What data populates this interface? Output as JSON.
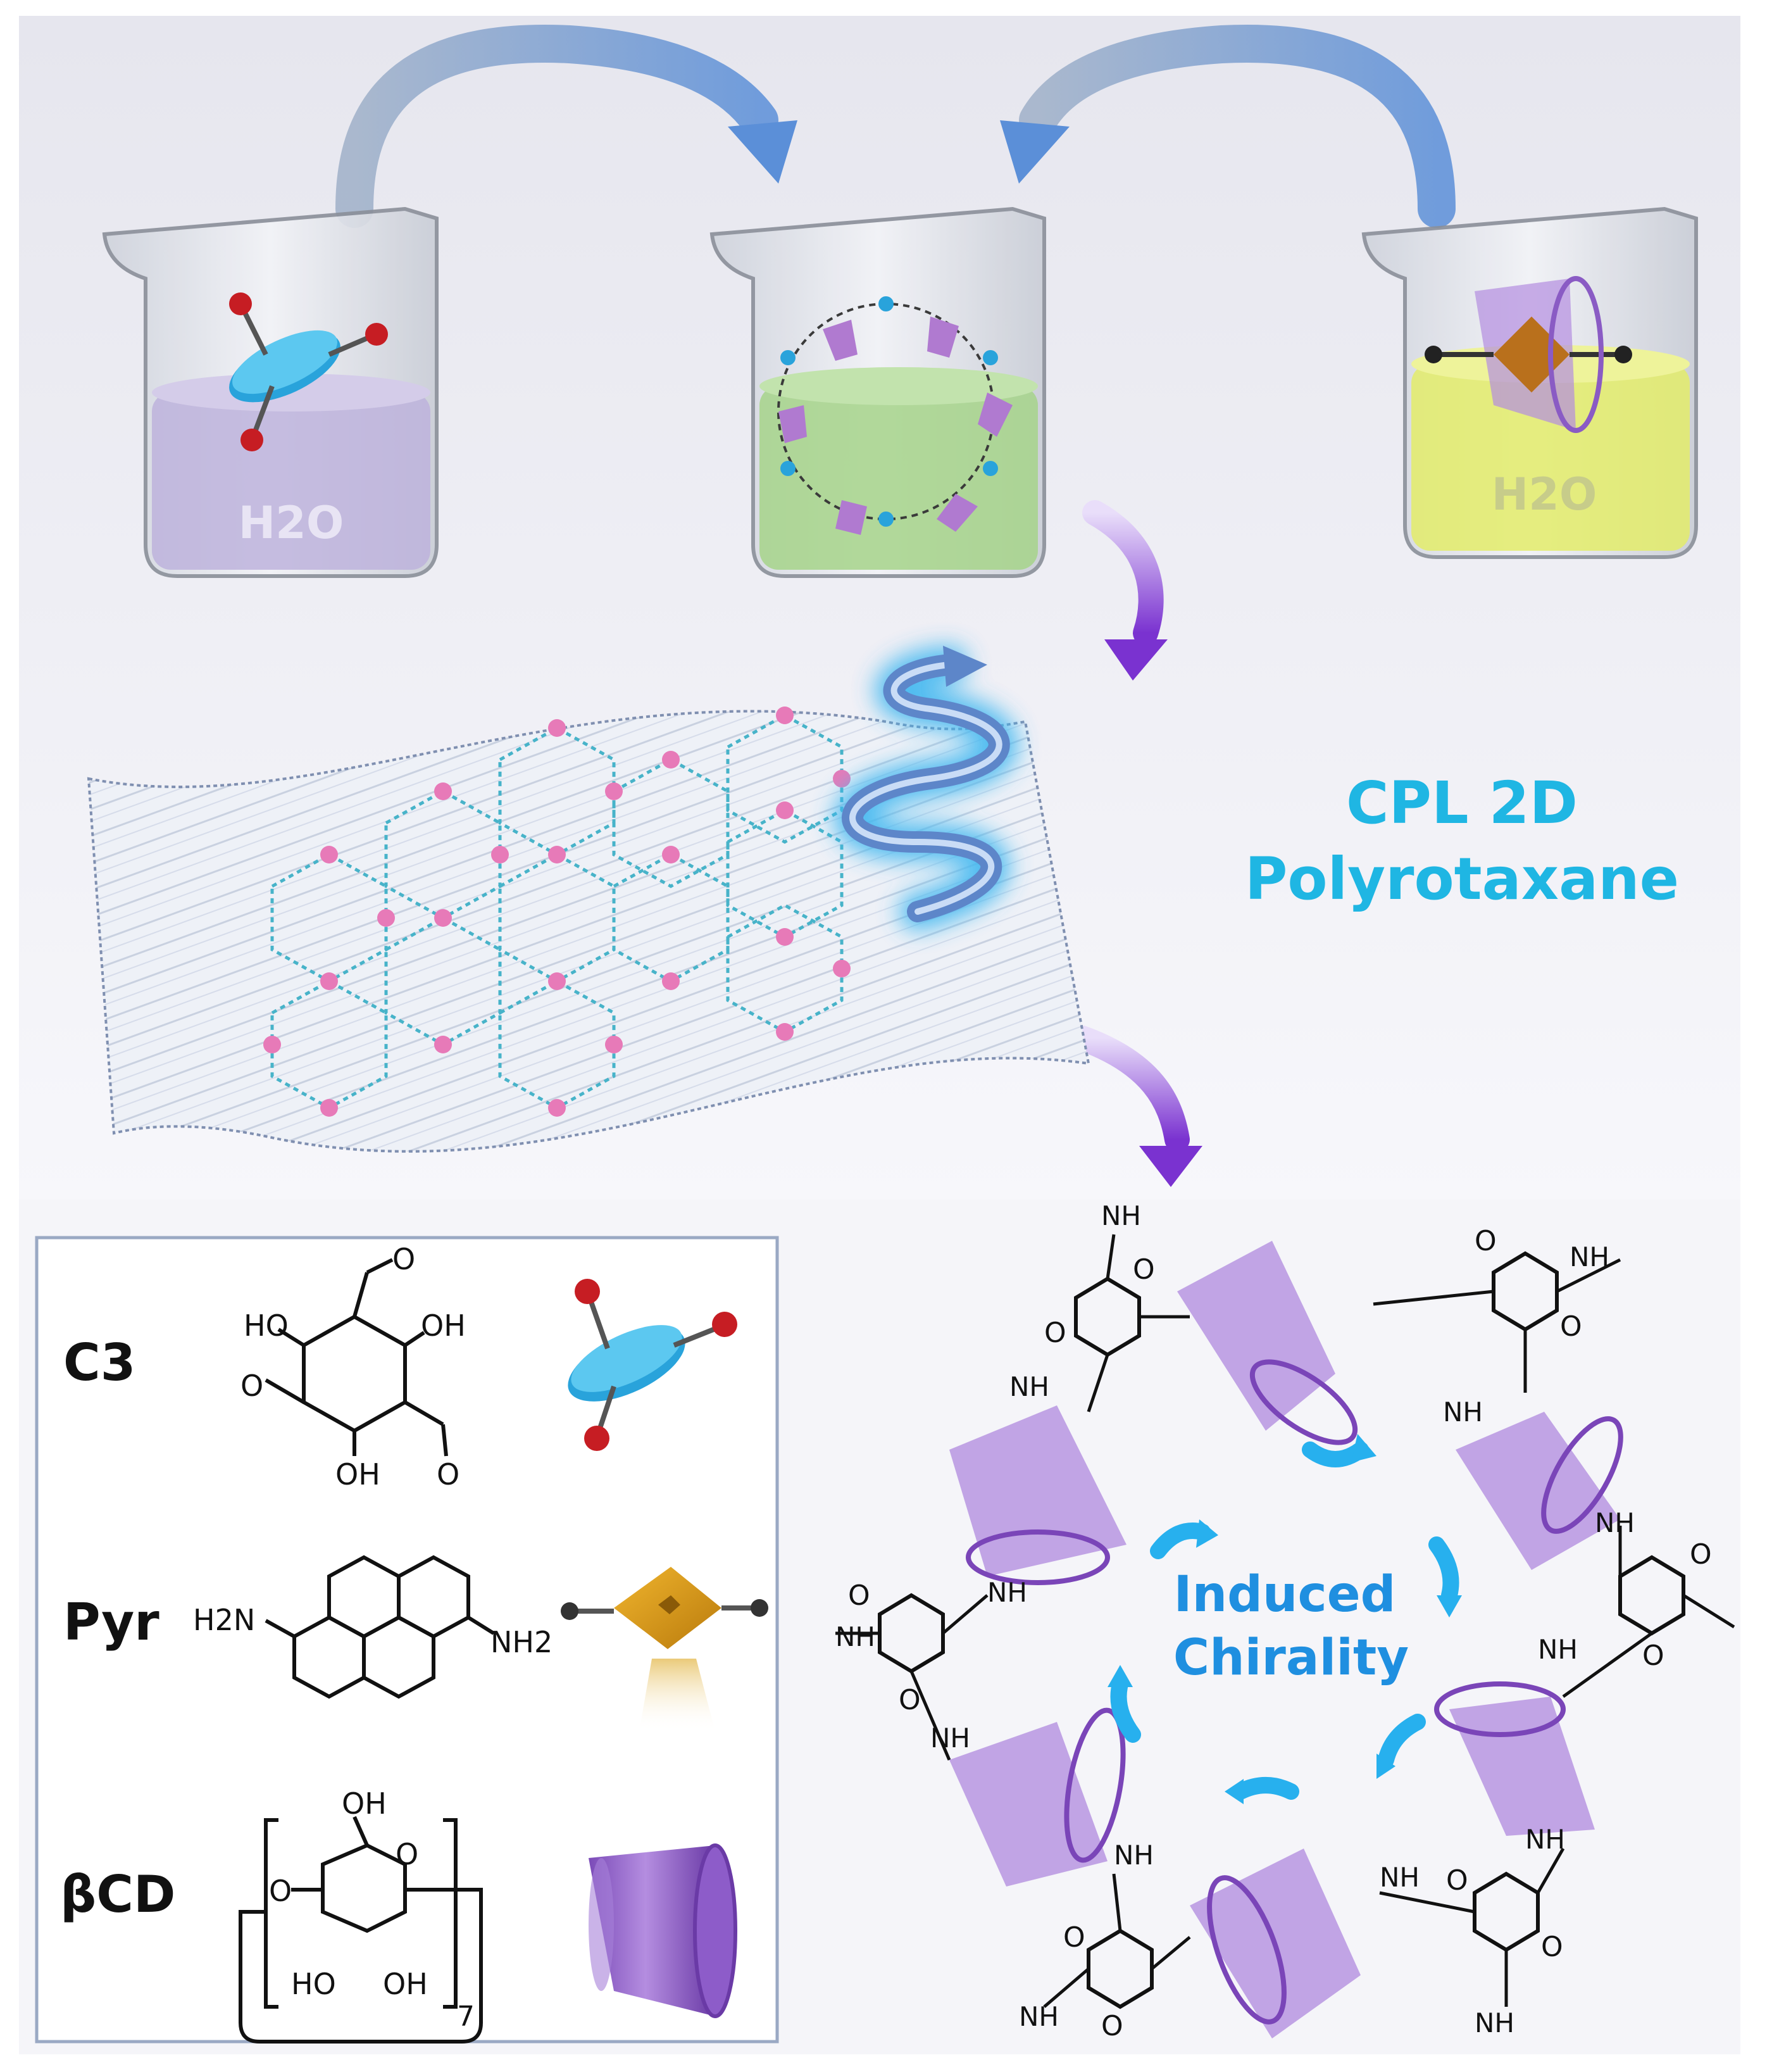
{
  "beakers": {
    "left_label": "H2O",
    "right_label": "H2O"
  },
  "title": {
    "line1": "CPL 2D",
    "line2": "Polyrotaxane"
  },
  "center_label": {
    "line1": "Induced",
    "line2": "Chirality"
  },
  "legend": {
    "c3": {
      "name": "C3",
      "atoms": {
        "oh1": "HO",
        "oh2": "OH",
        "oh3": "OH",
        "o1": "O",
        "o2": "O",
        "o3": "O"
      }
    },
    "pyr": {
      "name": "Pyr",
      "left_amine": "H2N",
      "right_amine": "NH2"
    },
    "bcd": {
      "name": "βCD",
      "atoms": {
        "oh_top": "OH",
        "o_ring": "O",
        "o_left": "O",
        "ho": "HO",
        "oh_bottom": "OH",
        "repeat": "7"
      }
    }
  },
  "ring": {
    "labels": [
      "NH",
      "NH",
      "NH",
      "NH",
      "NH",
      "NH",
      "NH",
      "NH",
      "NH",
      "NH",
      "NH",
      "NH",
      "NH",
      "NH"
    ],
    "oxygen": "O",
    "nitrogen": "N"
  },
  "colors": {
    "arrow_blue": "#6f9bd8",
    "arrow_purple": "#8a3fd6",
    "title_cyan": "#1fb6e3",
    "chirality_blue": "#1f8fe0",
    "cd_purple": "#9b6fd4",
    "beaker_left_liquid": "#bdb3dc",
    "beaker_mid_liquid": "#a6d48a",
    "beaker_right_liquid": "#e3ec6a"
  }
}
